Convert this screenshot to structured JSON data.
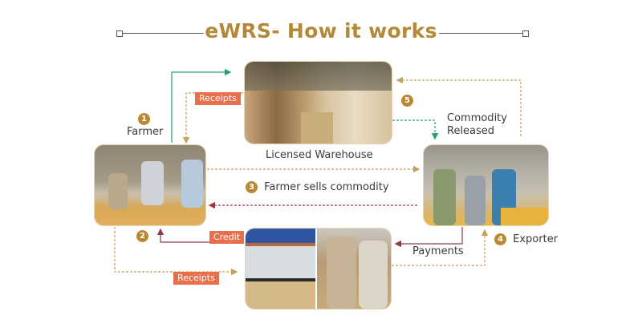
{
  "header": {
    "title": "eWRS- How it works"
  },
  "nodes": {
    "warehouse": {
      "label": "Licensed Warehouse",
      "image": "warehouse-photo"
    },
    "farmer": {
      "step": "1",
      "label": "Farmer",
      "image": "farmers-photo"
    },
    "exporter": {
      "step": "4",
      "label": "Exporter",
      "image": "exporters-photo"
    },
    "bank": {
      "image": "bank-counter-photo"
    }
  },
  "steps": {
    "step2": {
      "number": "2"
    },
    "step3": {
      "number": "3",
      "label": "Farmer sells commodity"
    },
    "step5": {
      "number": "5",
      "label": "Commodity Released"
    }
  },
  "flow_labels": {
    "receipts_top": "Receipts",
    "receipts_bottom": "Receipts",
    "credit": "Credit",
    "payments": "Payments",
    "commodity_released_line1": "Commodity",
    "commodity_released_line2": "Released"
  },
  "colors": {
    "accent_gold": "#b5893a",
    "tag_orange": "#e76f4c",
    "arrow_green": "#2a9d7a",
    "arrow_gold": "#c7a05a",
    "arrow_red": "#a8323e",
    "arrow_maroon": "#8e3b4a"
  }
}
